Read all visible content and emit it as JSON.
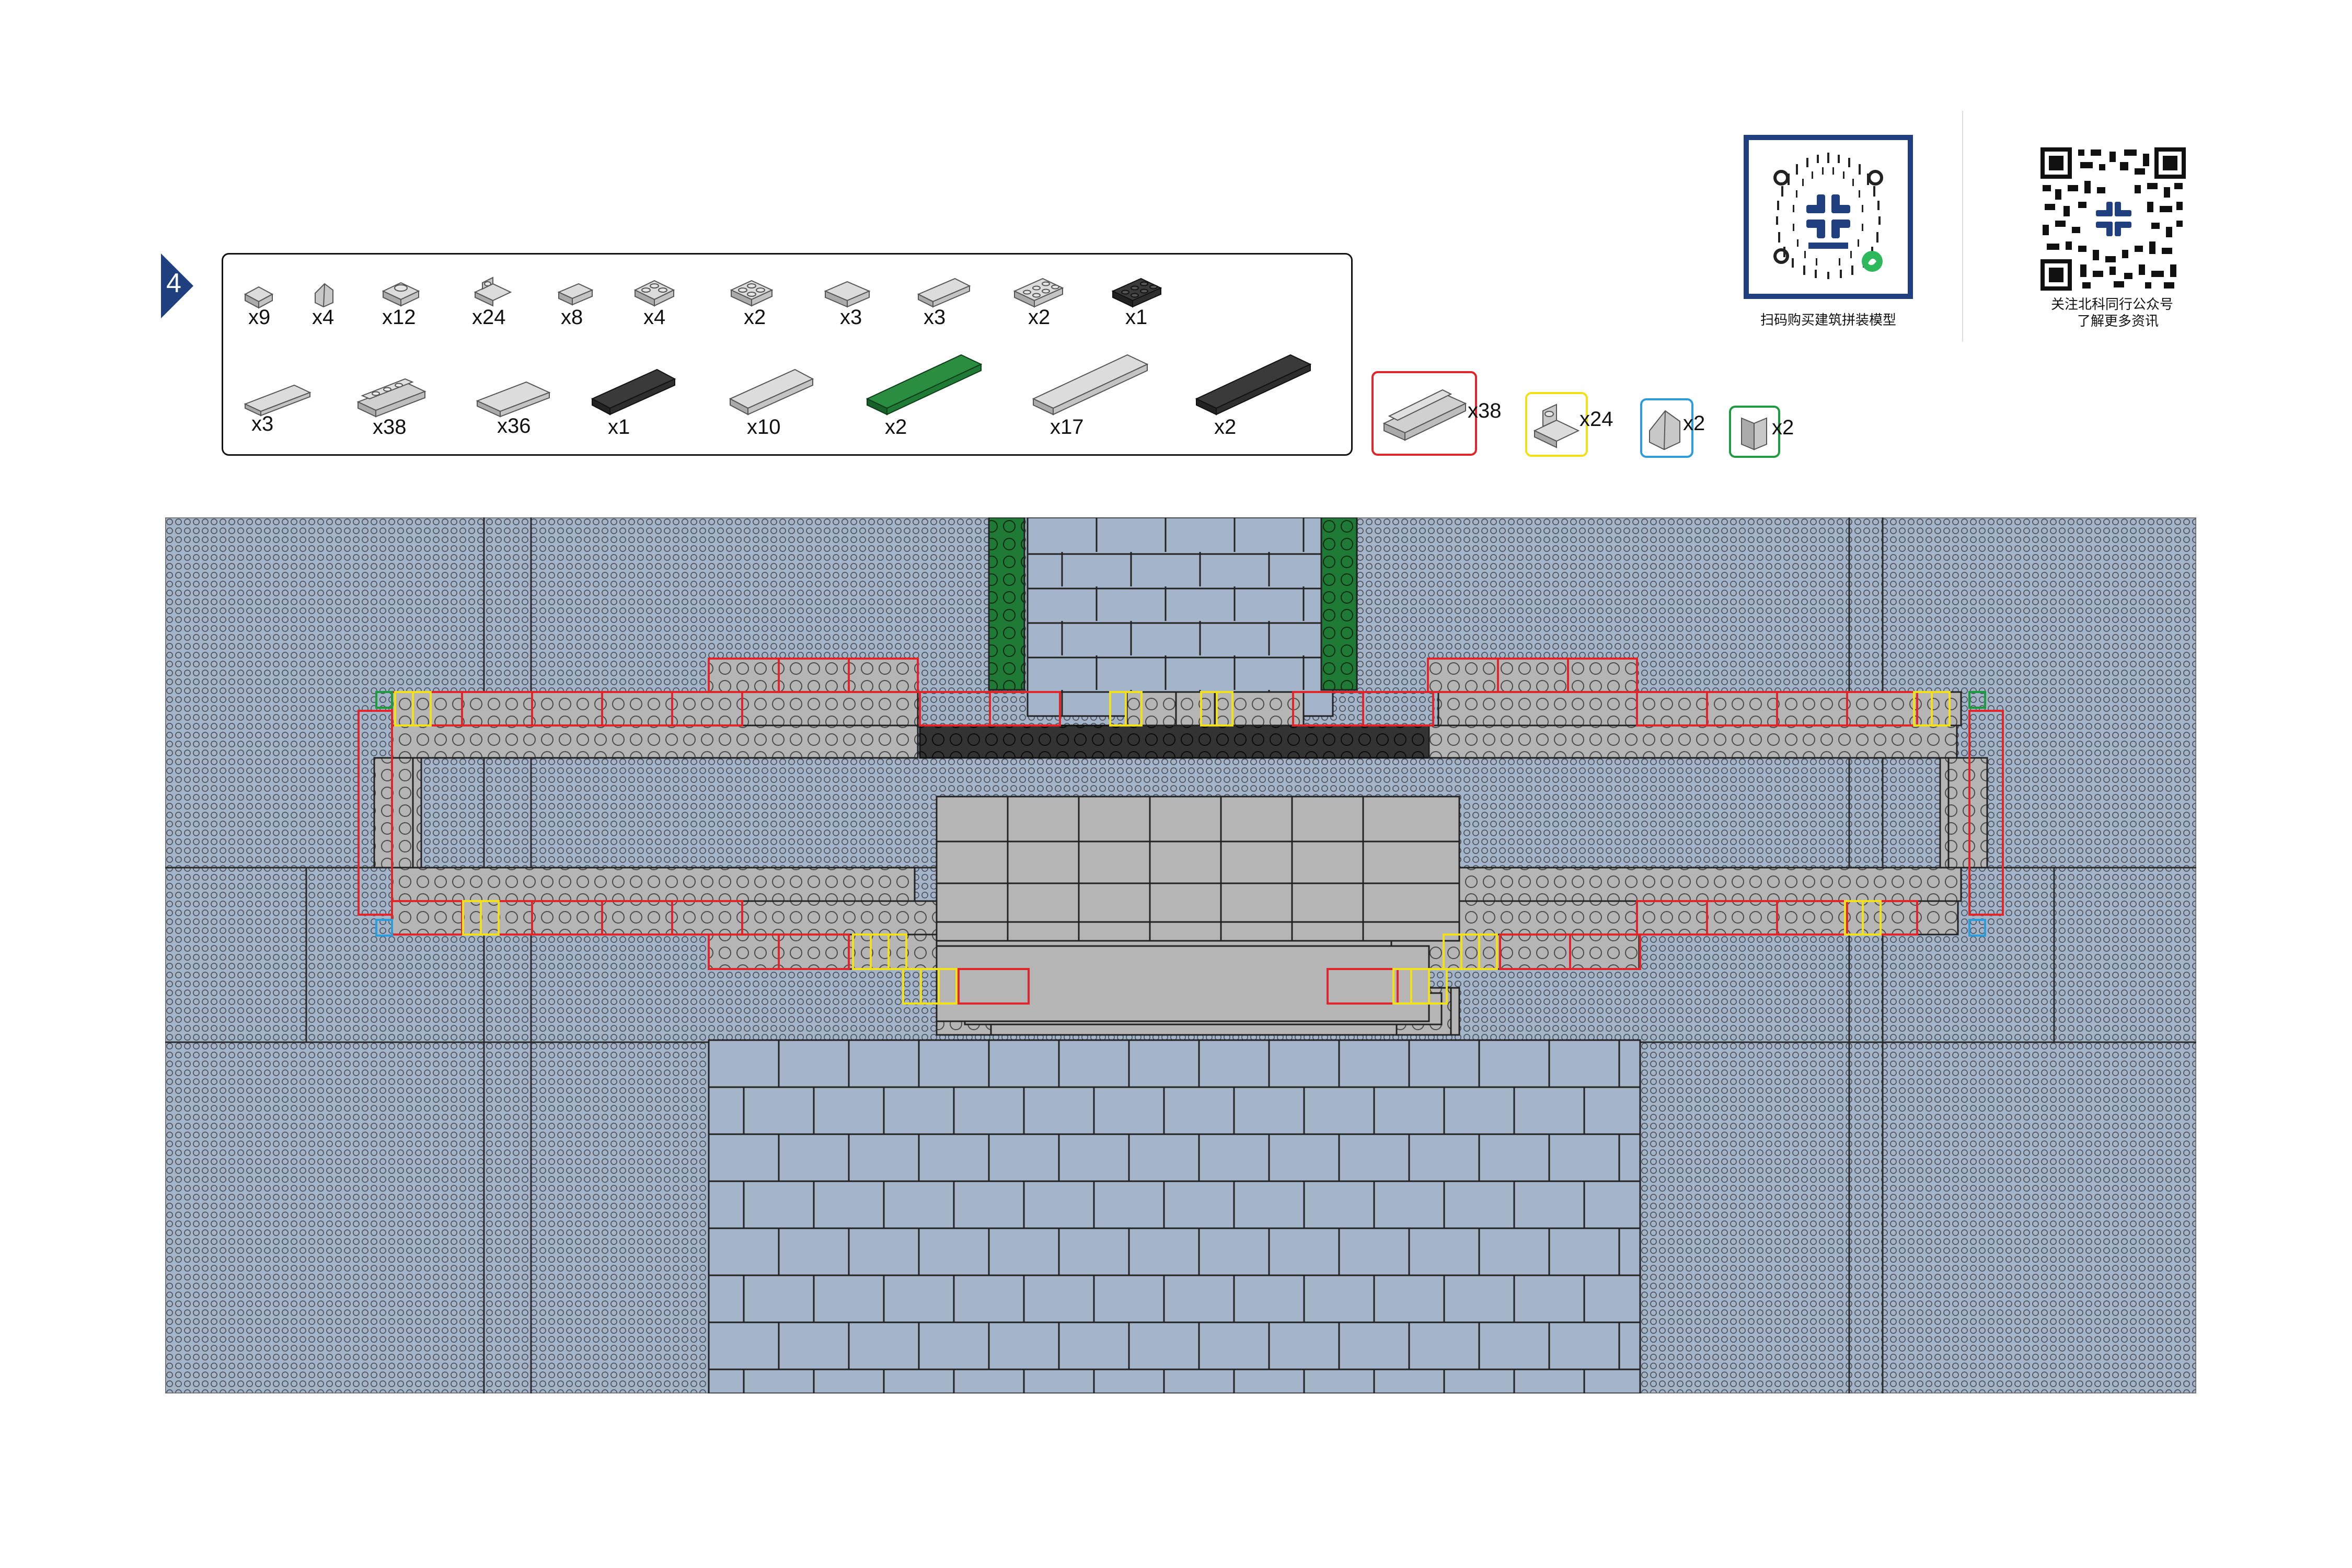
{
  "step": {
    "number": "4"
  },
  "parts": {
    "row1": [
      {
        "qty": "x9",
        "icon": "plate-1x1"
      },
      {
        "qty": "x4",
        "icon": "slope-1x1"
      },
      {
        "qty": "x12",
        "icon": "plate-1x1-round-stud"
      },
      {
        "qty": "x24",
        "icon": "bracket-1x1"
      },
      {
        "qty": "x8",
        "icon": "tile-1x2"
      },
      {
        "qty": "x4",
        "icon": "plate-2x2-corner"
      },
      {
        "qty": "x2",
        "icon": "plate-2x2"
      },
      {
        "qty": "x3",
        "icon": "tile-2x2"
      },
      {
        "qty": "x3",
        "icon": "tile-1x3"
      },
      {
        "qty": "x2",
        "icon": "plate-2x3"
      },
      {
        "qty": "x1",
        "icon": "plate-2x3-black"
      }
    ],
    "row2": [
      {
        "qty": "x3",
        "icon": "tile-1x4"
      },
      {
        "qty": "x38",
        "icon": "slope-2x4"
      },
      {
        "qty": "x36",
        "icon": "tile-2x4"
      },
      {
        "qty": "x1",
        "icon": "plate-2x6-black"
      },
      {
        "qty": "x10",
        "icon": "plate-2x6"
      },
      {
        "qty": "x2",
        "icon": "plate-2x8-green"
      },
      {
        "qty": "x17",
        "icon": "plate-2x8"
      },
      {
        "qty": "x2",
        "icon": "plate-2x8-black"
      }
    ]
  },
  "callouts": [
    {
      "qty": "x38",
      "color": "#e0262b",
      "icon": "slope-2x4"
    },
    {
      "qty": "x24",
      "color": "#f2e01a",
      "icon": "bracket-1x1"
    },
    {
      "qty": "x2",
      "color": "#2d9cdb",
      "icon": "slope-1x1"
    },
    {
      "qty": "x2",
      "color": "#1f9a3e",
      "icon": "tile-1x1-vertical"
    }
  ],
  "qr": {
    "miniprogram_caption": "扫码购买建筑拼装模型",
    "official_caption_line1": "关注北科同行公众号",
    "official_caption_line2": "了解更多资讯"
  },
  "colors": {
    "navy": "#1f3f7e",
    "baseplate": "#a4b4c9",
    "light_gray_brick": "#b5b5b5",
    "dark_brick": "#333333",
    "green_brick": "#1e7a35",
    "outline_red": "#e0262b",
    "outline_yellow": "#f2e01a"
  }
}
